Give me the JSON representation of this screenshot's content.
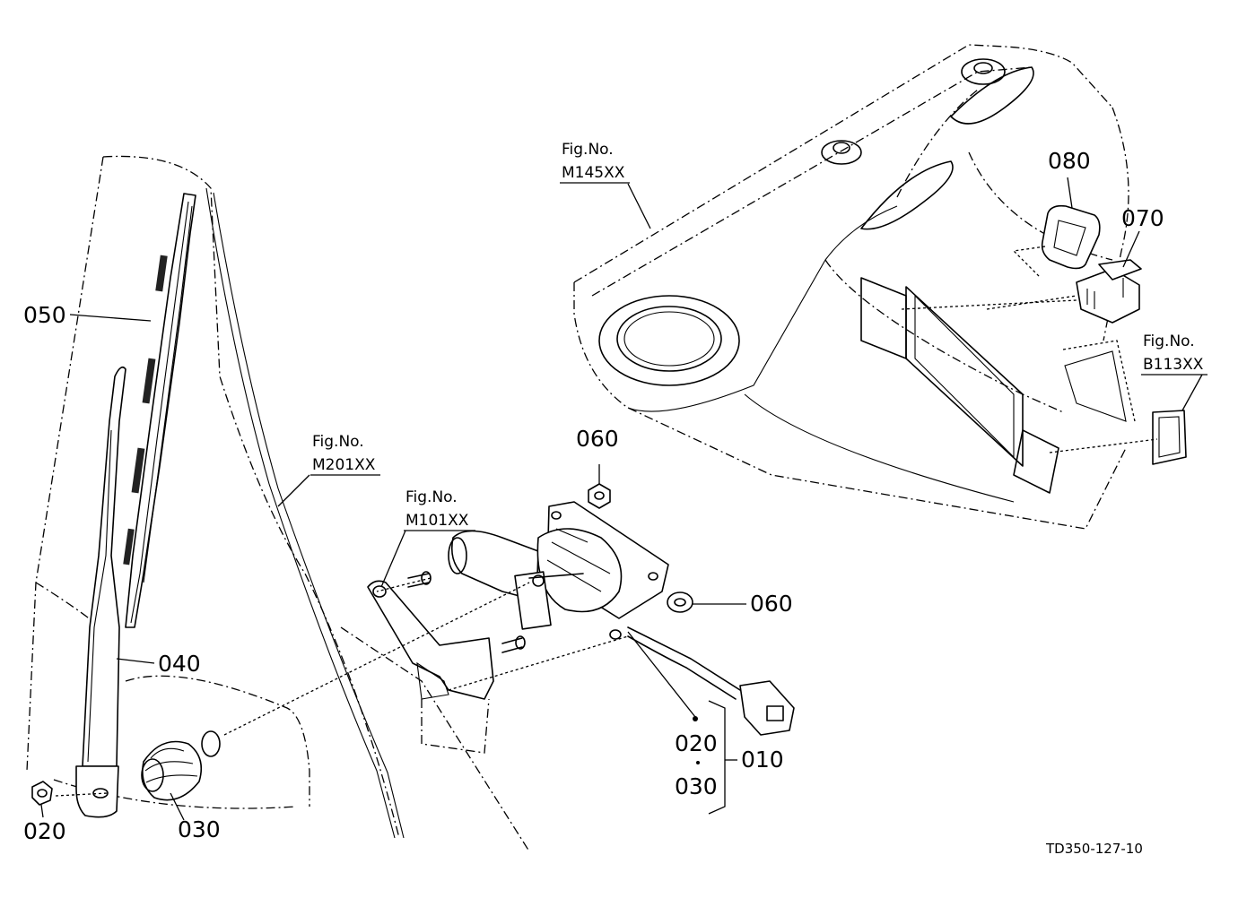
{
  "parts": {
    "p050": "050",
    "p040": "040",
    "p020_left": "020",
    "p030_left": "030",
    "p060_top": "060",
    "p060_right": "060",
    "p020_group": "020",
    "p030_group": "030",
    "p010": "010",
    "p080": "080",
    "p070": "070"
  },
  "figures": {
    "m145": {
      "label": "Fig.No.",
      "code": "M145XX"
    },
    "m201": {
      "label": "Fig.No.",
      "code": "M201XX"
    },
    "m101": {
      "label": "Fig.No.",
      "code": "M101XX"
    },
    "b113": {
      "label": "Fig.No.",
      "code": "B113XX"
    }
  },
  "drawing_id": "TD350-127-10"
}
